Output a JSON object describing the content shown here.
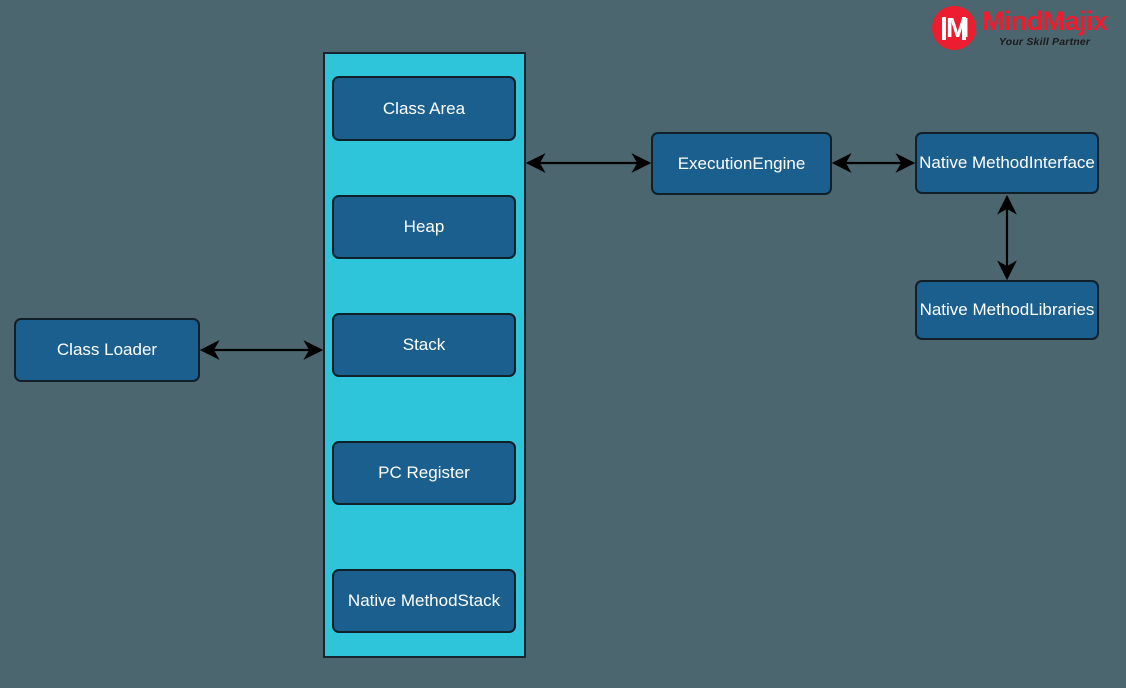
{
  "brand": {
    "mark_letter": "M",
    "name": "MindMajix",
    "tagline": "Your Skill Partner",
    "mark_color": "#ed1c2e",
    "word_color": "#ed1c2e",
    "tagline_color": "#1a1a1a"
  },
  "diagram": {
    "background_color": "#4c6670",
    "container_fill": "#2ec4d9",
    "node_fill": "#1a5f8e",
    "node_border": "#101f28",
    "node_text_color": "#ffffff",
    "arrow_color": "#000000",
    "runtime_area": {
      "label": "",
      "blocks": [
        {
          "label": "Class Area"
        },
        {
          "label": "Heap"
        },
        {
          "label": "Stack"
        },
        {
          "label": "PC Register"
        },
        {
          "label": "Native Method\nStack",
          "line1": "Native Method",
          "line2": "Stack"
        }
      ]
    },
    "nodes": [
      {
        "id": "class-loader",
        "label": "Class Loader"
      },
      {
        "id": "execution-engine",
        "line1": "Execution",
        "line2": "Engine"
      },
      {
        "id": "native-method-interface",
        "line1": "Native Method",
        "line2": "Interface"
      },
      {
        "id": "native-method-libraries",
        "line1": "Native Method",
        "line2": "Libraries"
      }
    ],
    "connections": [
      {
        "from": "class-loader",
        "to": "runtime-data-area",
        "type": "bidirectional"
      },
      {
        "from": "runtime-data-area",
        "to": "execution-engine",
        "type": "bidirectional"
      },
      {
        "from": "execution-engine",
        "to": "native-method-interface",
        "type": "bidirectional"
      },
      {
        "from": "native-method-interface",
        "to": "native-method-libraries",
        "type": "bidirectional"
      }
    ]
  }
}
